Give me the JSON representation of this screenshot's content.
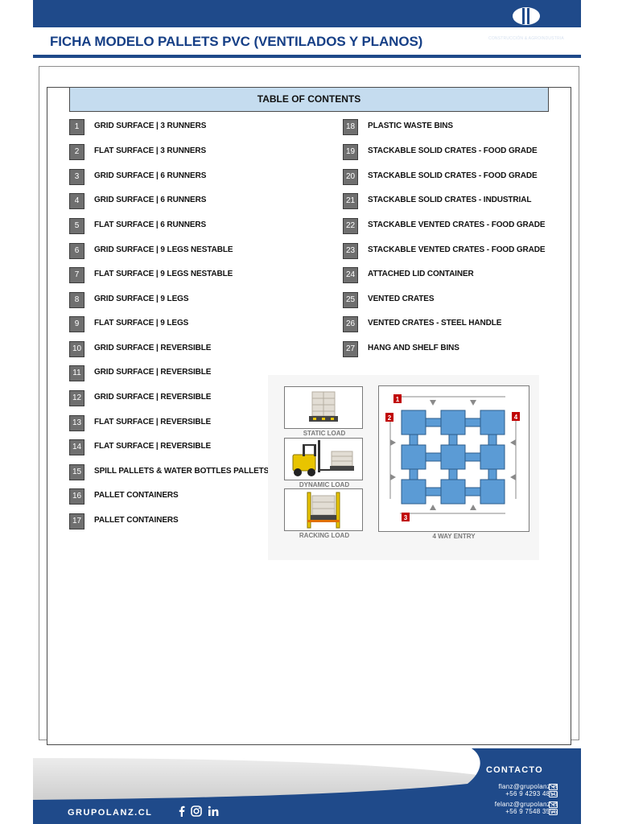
{
  "header": {
    "title": "FICHA MODELO PALLETS PVC (VENTILADOS Y PLANOS)",
    "logo_name": "GRUPO LANZ",
    "logo_tagline": "CONSTRUCCIÓN & AGROINDUSTRIA",
    "brand_color": "#1f4a8a"
  },
  "toc": {
    "title": "TABLE OF CONTENTS",
    "left": [
      {
        "num": "1",
        "label": "GRID SURFACE | 3 RUNNERS"
      },
      {
        "num": "2",
        "label": "FLAT SURFACE | 3 RUNNERS"
      },
      {
        "num": "3",
        "label": "GRID SURFACE | 6 RUNNERS"
      },
      {
        "num": "4",
        "label": "GRID SURFACE | 6 RUNNERS"
      },
      {
        "num": "5",
        "label": "FLAT SURFACE | 6 RUNNERS"
      },
      {
        "num": "6",
        "label": "GRID SURFACE | 9 LEGS NESTABLE"
      },
      {
        "num": "7",
        "label": "FLAT SURFACE | 9 LEGS NESTABLE"
      },
      {
        "num": "8",
        "label": "GRID SURFACE | 9 LEGS"
      },
      {
        "num": "9",
        "label": "FLAT SURFACE | 9 LEGS"
      },
      {
        "num": "10",
        "label": "GRID SURFACE | REVERSIBLE"
      },
      {
        "num": "11",
        "label": "GRID SURFACE | REVERSIBLE"
      },
      {
        "num": "12",
        "label": "GRID SURFACE | REVERSIBLE"
      },
      {
        "num": "13",
        "label": "FLAT SURFACE | REVERSIBLE"
      },
      {
        "num": "14",
        "label": "FLAT SURFACE | REVERSIBLE"
      },
      {
        "num": "15",
        "label": "SPILL PALLETS & WATER BOTTLES PALLETS"
      },
      {
        "num": "16",
        "label": "PALLET CONTAINERS"
      },
      {
        "num": "17",
        "label": "PALLET CONTAINERS"
      }
    ],
    "right": [
      {
        "num": "18",
        "label": "PLASTIC WASTE BINS"
      },
      {
        "num": "19",
        "label": "STACKABLE SOLID CRATES - FOOD GRADE"
      },
      {
        "num": "20",
        "label": "STACKABLE SOLID CRATES - FOOD GRADE"
      },
      {
        "num": "21",
        "label": "STACKABLE SOLID CRATES - INDUSTRIAL"
      },
      {
        "num": "22",
        "label": "STACKABLE VENTED CRATES - FOOD GRADE"
      },
      {
        "num": "23",
        "label": "STACKABLE VENTED CRATES - FOOD GRADE"
      },
      {
        "num": "24",
        "label": "ATTACHED LID CONTAINER"
      },
      {
        "num": "25",
        "label": "VENTED CRATES"
      },
      {
        "num": "26",
        "label": "VENTED CRATES - STEEL HANDLE"
      },
      {
        "num": "27",
        "label": "HANG AND SHELF BINS"
      }
    ]
  },
  "diagram": {
    "static_load": "STATIC LOAD",
    "dynamic_load": "DYNAMIC LOAD",
    "racking_load": "RACKING LOAD",
    "four_way_entry": "4 WAY ENTRY",
    "entry_markers": [
      "1",
      "2",
      "3",
      "4"
    ],
    "block_color": "#5b9bd5",
    "marker_color": "#c00000"
  },
  "footer": {
    "contact_title": "CONTACTO",
    "contacts": [
      {
        "email": "flanz@grupolanz.cl",
        "phone": "+56 9 4293 4850"
      },
      {
        "email": "felanz@grupolanz.cl",
        "phone": "+56 9 7548 3595"
      }
    ],
    "website": "GRUPOLANZ.CL",
    "social_icons": [
      "facebook-icon",
      "instagram-icon",
      "linkedin-icon"
    ]
  }
}
